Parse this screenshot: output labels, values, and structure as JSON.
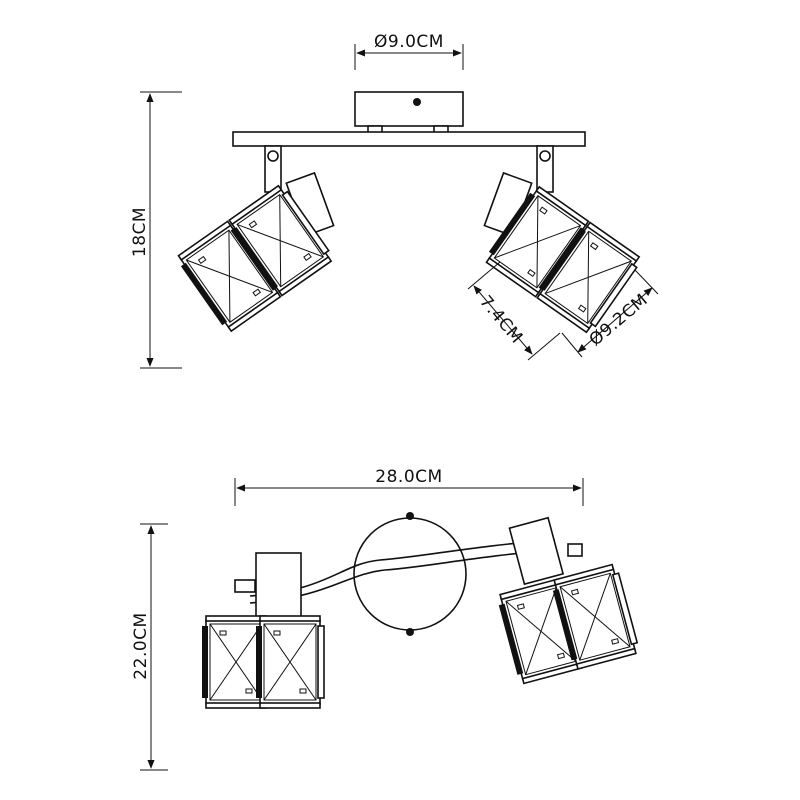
{
  "dimensions": {
    "canopy_diameter": "Ø9.0CM",
    "height": "18CM",
    "shade_height": "7.4CM",
    "shade_diameter": "Ø9.2CM",
    "length": "28.0CM",
    "depth": "22.0CM"
  },
  "views": [
    "front-view",
    "top-view"
  ],
  "line_color": "#111111",
  "background_color": "#ffffff"
}
